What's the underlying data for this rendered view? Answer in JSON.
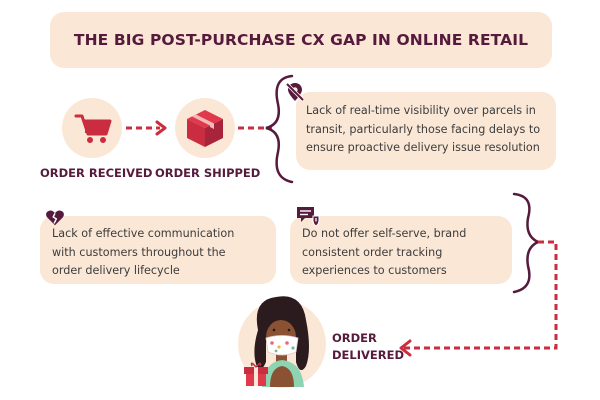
{
  "title": "THE BIG POST-PURCHASE CX GAP IN ONLINE RETAIL",
  "stages": {
    "order_received": "ORDER RECEIVED",
    "order_shipped": "ORDER SHIPPED",
    "order_delivered_line1": "ORDER",
    "order_delivered_line2": "DELIVERED"
  },
  "gaps": {
    "visibility": "Lack of real-time visibility over parcels in\ntransit, particularly those facing delays to\nensure proactive delivery issue resolution",
    "communication": "Lack of effective communication\nwith customers throughout the\norder delivery lifecycle",
    "self_serve": "Do not offer self-serve, brand\nconsistent order tracking\nexperiences to customers"
  },
  "icons": [
    "shopping-cart-icon",
    "package-box-icon",
    "location-off-icon",
    "broken-heart-icon",
    "chat-alert-icon",
    "customer-illustration",
    "gift-box-icon"
  ],
  "colors": {
    "brand_dark": "#561a3d",
    "accent_red": "#c92d3f",
    "card_bg": "#fbe7d6",
    "body_text": "#3c3c3c"
  }
}
